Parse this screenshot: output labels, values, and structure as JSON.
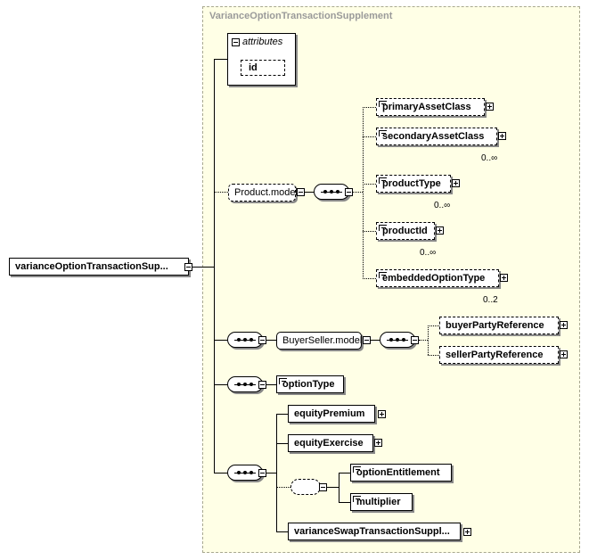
{
  "diagram": {
    "region_title": "VarianceOptionTransactionSupplement",
    "root": {
      "label": "varianceOptionTransactionSup..."
    },
    "attributes": {
      "title": "attributes",
      "items": [
        "id"
      ]
    },
    "product_group": {
      "label": "Product.model"
    },
    "product_elements": [
      {
        "label": "primaryAssetClass",
        "cardinality": ""
      },
      {
        "label": "secondaryAssetClass",
        "cardinality": "0..∞"
      },
      {
        "label": "productType",
        "cardinality": "0..∞"
      },
      {
        "label": "productId",
        "cardinality": "0..∞"
      },
      {
        "label": "embeddedOptionType",
        "cardinality": "0..2"
      }
    ],
    "buyerseller_group": {
      "label": "BuyerSeller.model"
    },
    "buyerseller_elements": [
      {
        "label": "buyerPartyReference"
      },
      {
        "label": "sellerPartyReference"
      }
    ],
    "option_type": {
      "label": "optionType"
    },
    "equity_elements": [
      {
        "label": "equityPremium"
      },
      {
        "label": "equityExercise"
      }
    ],
    "choice_elements": [
      {
        "label": "optionEntitlement"
      },
      {
        "label": "multiplier"
      }
    ],
    "variance_swap": {
      "label": "varianceSwapTransactionSuppl..."
    }
  }
}
